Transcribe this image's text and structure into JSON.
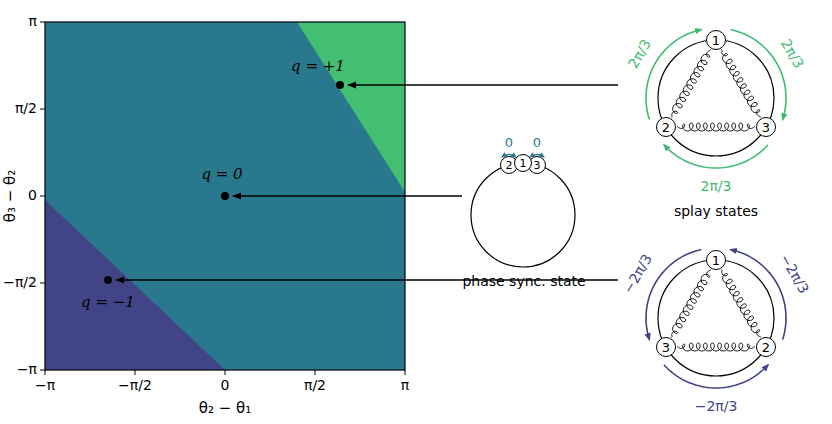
{
  "diagram": {
    "nodes": [
      {
        "text": [
          "2"
        ]
      },
      {
        "text": [
          "1"
        ]
      },
      {
        "text": [
          "3"
        ]
      },
      {
        "text": [
          "1"
        ]
      },
      {
        "text": [
          "2"
        ]
      },
      {
        "text": [
          "3"
        ]
      },
      {
        "text": [
          "1"
        ]
      },
      {
        "text": [
          "3"
        ]
      },
      {
        "text": [
          "2"
        ]
      }
    ],
    "edges": [
      {
        "from": 3,
        "to": 4,
        "arrow": "none"
      },
      {
        "from": 3,
        "to": 5,
        "arrow": "none"
      },
      {
        "from": 4,
        "to": 5,
        "arrow": "none"
      },
      {
        "from": 6,
        "to": 7,
        "arrow": "none"
      },
      {
        "from": 6,
        "to": 8,
        "arrow": "none"
      },
      {
        "from": 7,
        "to": 8,
        "arrow": "none"
      }
    ],
    "labels": [
      "−π",
      "−π/2",
      "0",
      "π/2",
      "π",
      "θ₂ − θ₁",
      "−π",
      "−π/2",
      "0",
      "π/2",
      "π",
      "θ₃ − θ₂",
      "q = +1",
      "q = 0",
      "q = −1",
      "0",
      "0",
      "phase sync. state",
      "2π/3",
      "2π/3",
      "2π/3",
      "splay states",
      "−2π/3",
      "−2π/3",
      "−2π/3"
    ]
  }
}
